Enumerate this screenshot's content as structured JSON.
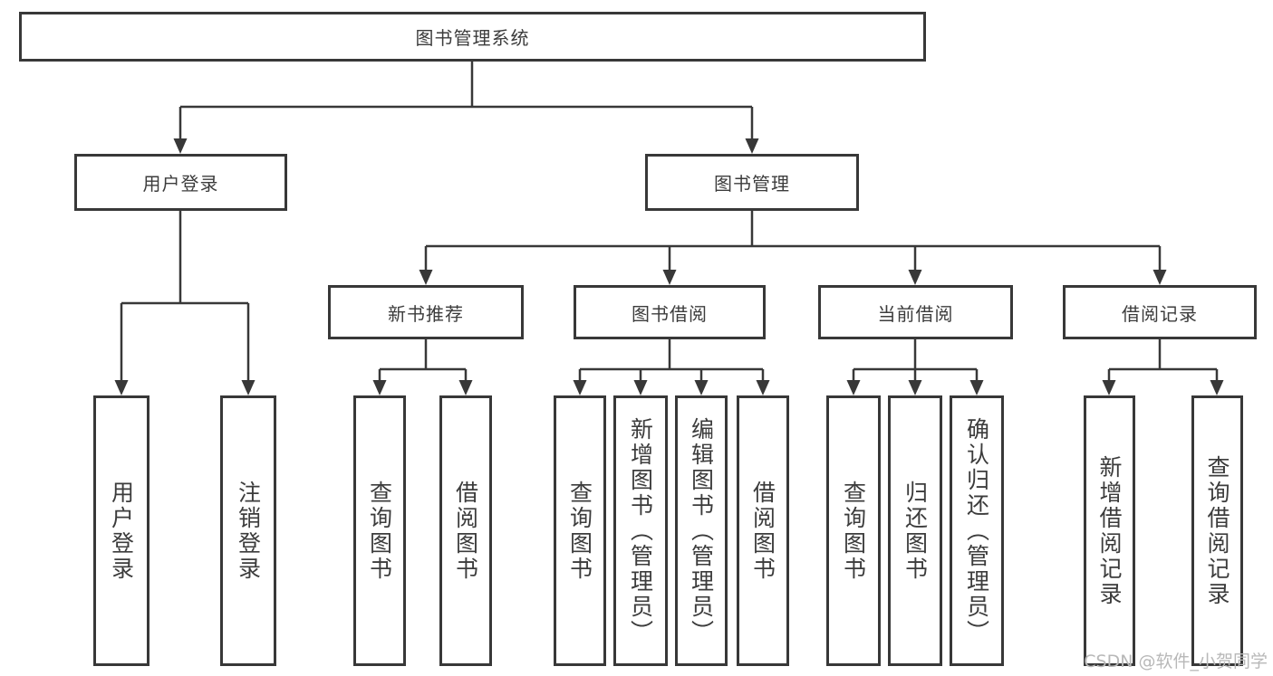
{
  "tree": {
    "root": "图书管理系统",
    "children": [
      {
        "label": "用户登录",
        "children": [
          "用户登录",
          "注销登录"
        ]
      },
      {
        "label": "图书管理",
        "children": [
          {
            "label": "新书推荐",
            "children": [
              "查询图书",
              "借阅图书"
            ]
          },
          {
            "label": "图书借阅",
            "children": [
              "查询图书",
              "新增图书（管理员）",
              "编辑图书（管理员）",
              "借阅图书"
            ]
          },
          {
            "label": "当前借阅",
            "children": [
              "查询图书",
              "归还图书",
              "确认归还（管理员）"
            ]
          },
          {
            "label": "借阅记录",
            "children": [
              "新增借阅记录",
              "查询借阅记录"
            ]
          }
        ]
      }
    ]
  },
  "colors": {
    "box_border": "#383838",
    "connector_line": "#383838",
    "text": "#3c3c3c",
    "watermark": "#b8b8b8",
    "background": "#ffffff"
  },
  "watermark": {
    "text": "CSDN @软件_小贺同学"
  }
}
